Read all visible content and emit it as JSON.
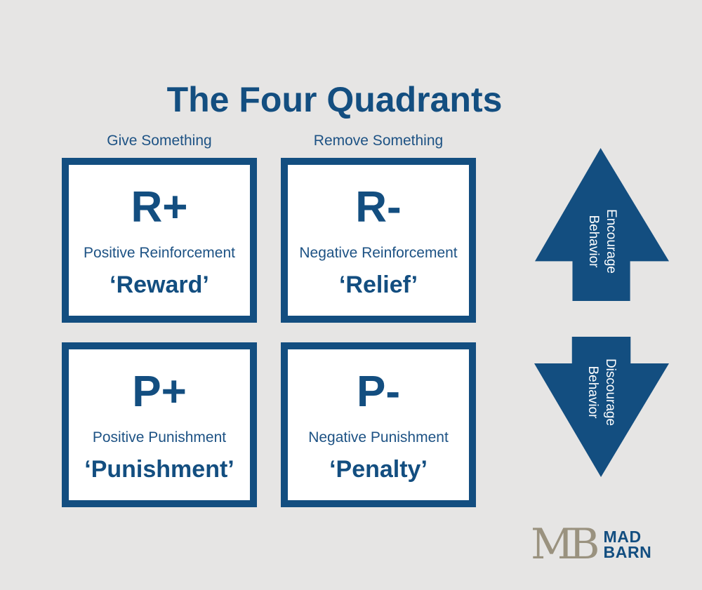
{
  "title": "The Four Quadrants",
  "colors": {
    "background": "#e6e5e4",
    "primary_blue": "#134e80",
    "box_fill": "#ffffff",
    "arrow_text": "#ffffff",
    "logo_monogram": "#9a927f"
  },
  "column_headers": [
    {
      "label": "Give Something"
    },
    {
      "label": "Remove Something"
    }
  ],
  "quadrants": [
    {
      "symbol": "R+",
      "name": "Positive Reinforcement",
      "nickname": "‘Reward’"
    },
    {
      "symbol": "R-",
      "name": "Negative Reinforcement",
      "nickname": "‘Relief’"
    },
    {
      "symbol": "P+",
      "name": "Positive Punishment",
      "nickname": "‘Punishment’"
    },
    {
      "symbol": "P-",
      "name": "Negative Punishment",
      "nickname": "‘Penalty’"
    }
  ],
  "arrows": [
    {
      "direction": "up",
      "line1": "Encourage",
      "line2": "Behavior"
    },
    {
      "direction": "down",
      "line1": "Discourage",
      "line2": "Behavior"
    }
  ],
  "logo": {
    "monogram": "MB",
    "line1": "MAD",
    "line2": "BARN"
  }
}
